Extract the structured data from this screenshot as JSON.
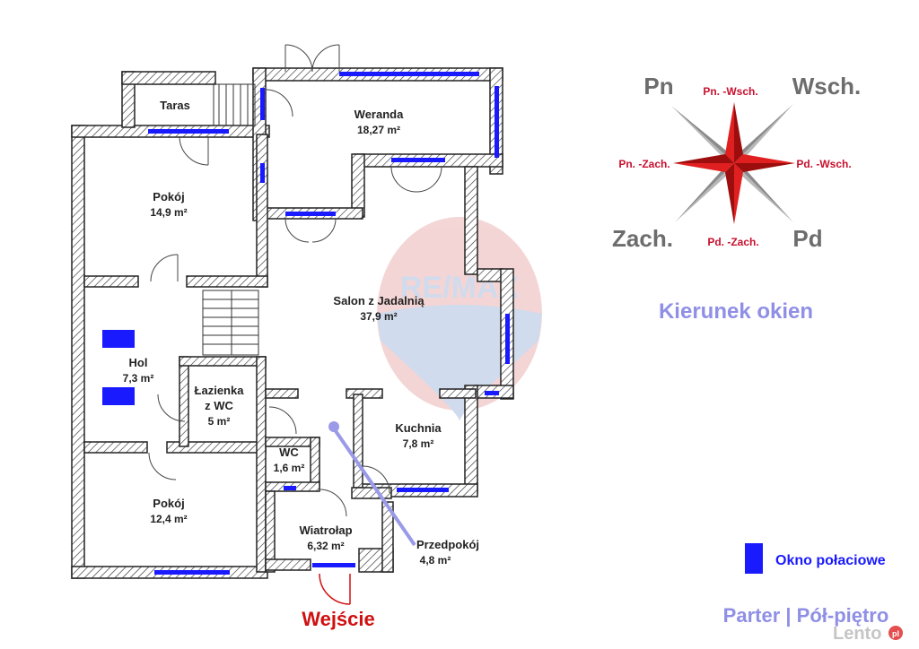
{
  "rooms": {
    "taras": {
      "name": "Taras",
      "area": ""
    },
    "weranda": {
      "name": "Weranda",
      "area": "18,27 m²"
    },
    "pokoj1": {
      "name": "Pokój",
      "area": "14,9 m²"
    },
    "salon": {
      "name": "Salon z Jadalnią",
      "area": "37,9 m²"
    },
    "hol": {
      "name": "Hol",
      "area": "7,3 m²"
    },
    "lazienka": {
      "name": "Łazienka",
      "name2": "z WC",
      "area": "5 m²"
    },
    "wc": {
      "name": "WC",
      "area": "1,6 m²"
    },
    "kuchnia": {
      "name": "Kuchnia",
      "area": "7,8 m²"
    },
    "pokoj2": {
      "name": "Pokój",
      "area": "12,4 m²"
    },
    "wiatrolap": {
      "name": "Wiatrołap",
      "area": "6,32 m²"
    },
    "przedpokoj": {
      "name": "Przedpokój",
      "area": "4,8 m²"
    }
  },
  "entrance_label": "Wejście",
  "compass": {
    "n": "Pn",
    "e": "Wsch.",
    "w": "Zach.",
    "s": "Pd",
    "ne": "Pn. -Wsch.",
    "nw": "Pn. -Zach.",
    "se": "Pd. -Wsch.",
    "sw": "Pd. -Zach."
  },
  "windows_direction_title": "Kierunek okien",
  "legend": {
    "skylight_label": "Okno połaciowe",
    "skylight_color": "#1a1aff"
  },
  "floor_label": "Parter | Pół-piętro",
  "watermark": {
    "brand": "RE/MAX",
    "site": "Lento",
    "site_suffix": "pl"
  },
  "colors": {
    "wall": "#222222",
    "window": "#1a1aff",
    "compass_red": "#c8102e",
    "compass_gray": "#a8a8a8",
    "caption_blue": "#8f8fe6",
    "entrance_red": "#d01010",
    "leader_line": "#9a9ae8"
  }
}
